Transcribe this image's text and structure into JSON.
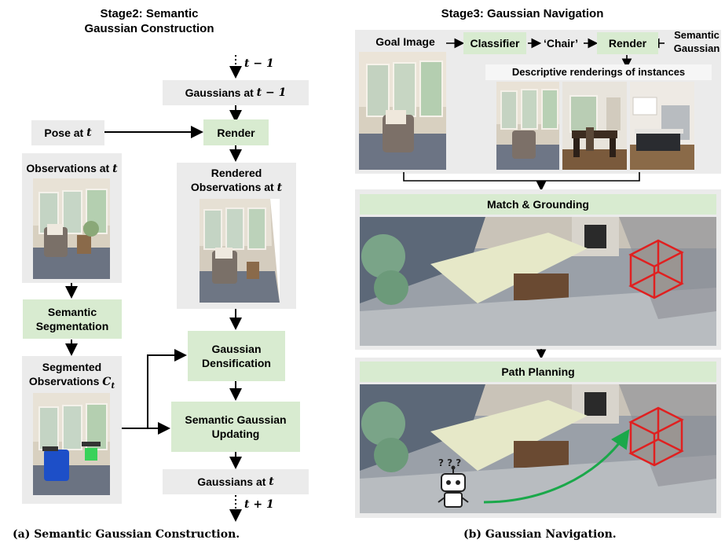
{
  "stage2": {
    "title_line1": "Stage2: Semantic",
    "title_line2": "Gaussian Construction",
    "t_minus_1": "t − 1",
    "gaussians_prev_prefix": "Gaussians at ",
    "gaussians_prev_var": "t − 1",
    "pose_prefix": "Pose at ",
    "pose_var": "t",
    "render": "Render",
    "observations_prefix": "Observations at ",
    "observations_var": "t",
    "rendered_line1": "Rendered",
    "rendered_prefix": "Observations at ",
    "rendered_var": "t",
    "segmentation_line1": "Semantic",
    "segmentation_line2": "Segmentation",
    "segmented_line1": "Segmented",
    "segmented_prefix": "Observations ",
    "segmented_var": "C",
    "segmented_sub": "t",
    "densify_line1": "Gaussian",
    "densify_line2": "Densification",
    "updating_line1": "Semantic Gaussian",
    "updating_line2": "Updating",
    "gaussians_now_prefix": "Gaussians at ",
    "gaussians_now_var": "t",
    "t_plus_1": "t + 1",
    "caption": "(a) Semantic Gaussian Construction."
  },
  "stage3": {
    "title": "Stage3: Gaussian Navigation",
    "goal_image": "Goal Image",
    "classifier": "Classifier",
    "chair": "‘Chair’",
    "render": "Render",
    "semantic_gaussian_line1": "Semantic",
    "semantic_gaussian_line2": "Gaussian",
    "descriptive": "Descriptive renderings of instances",
    "match": "Match & Grounding",
    "path": "Path Planning",
    "caption": "(b) Gaussian Navigation."
  },
  "colors": {
    "gray_box": "#ebebeb",
    "green_box": "#d8ebd0",
    "bbox_red": "#e02020",
    "path_green": "#1aa84a"
  }
}
